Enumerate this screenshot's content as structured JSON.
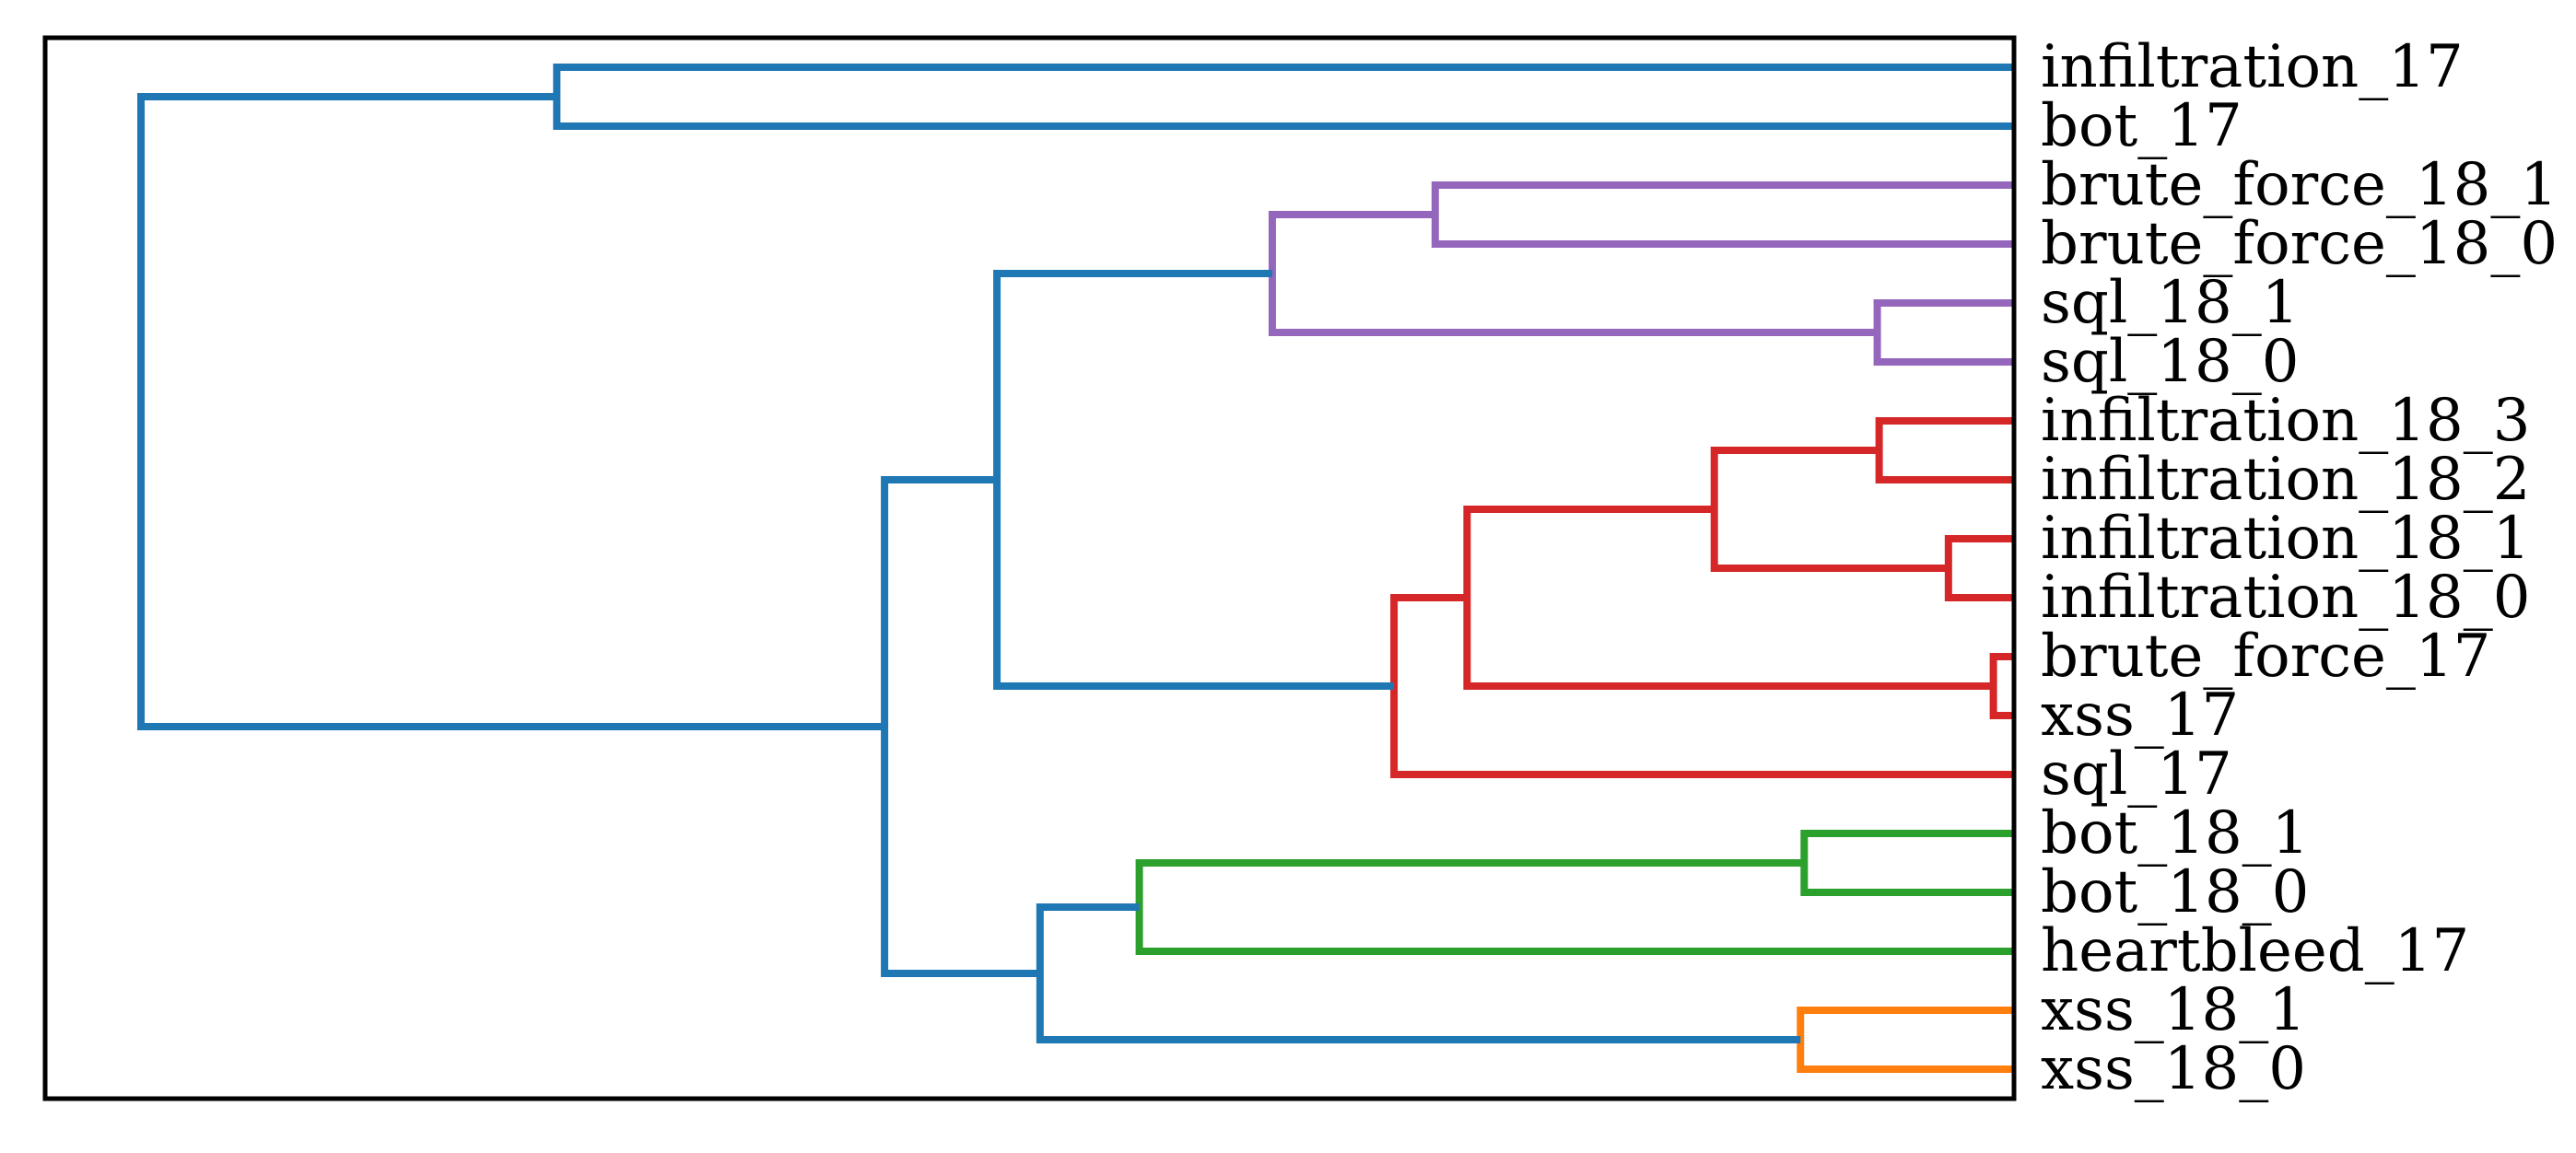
{
  "figure": {
    "background": "#ffffff",
    "border_color": "#000000",
    "label_color": "#000000"
  },
  "chart_data": {
    "type": "dendrogram",
    "orientation": "right",
    "title": "",
    "xlabel": "",
    "ylabel": "",
    "layout": {
      "frame": "box",
      "grid": false,
      "legend": false,
      "axis_ticks_visible": false,
      "labels_side": "right"
    },
    "colors": {
      "blue": "#1f77b4",
      "purple": "#9467bd",
      "red": "#d62728",
      "green": "#2ca02c",
      "orange": "#ff7f0e"
    },
    "leaves": [
      {
        "label": "infiltration_17",
        "cluster_color": "blue"
      },
      {
        "label": "bot_17",
        "cluster_color": "blue"
      },
      {
        "label": "brute_force_18_1",
        "cluster_color": "purple"
      },
      {
        "label": "brute_force_18_0",
        "cluster_color": "purple"
      },
      {
        "label": "sql_18_1",
        "cluster_color": "purple"
      },
      {
        "label": "sql_18_0",
        "cluster_color": "purple"
      },
      {
        "label": "infiltration_18_3",
        "cluster_color": "red"
      },
      {
        "label": "infiltration_18_2",
        "cluster_color": "red"
      },
      {
        "label": "infiltration_18_1",
        "cluster_color": "red"
      },
      {
        "label": "infiltration_18_0",
        "cluster_color": "red"
      },
      {
        "label": "brute_force_17",
        "cluster_color": "red"
      },
      {
        "label": "xss_17",
        "cluster_color": "red"
      },
      {
        "label": "sql_17",
        "cluster_color": "red"
      },
      {
        "label": "bot_18_1",
        "cluster_color": "green"
      },
      {
        "label": "bot_18_0",
        "cluster_color": "green"
      },
      {
        "label": "heartbleed_17",
        "cluster_color": "green"
      },
      {
        "label": "xss_18_1",
        "cluster_color": "orange"
      },
      {
        "label": "xss_18_0",
        "cluster_color": "orange"
      }
    ],
    "merges": [
      {
        "id": "M0",
        "children": [
          "L0",
          "L1"
        ],
        "height": 0.778,
        "color": "blue"
      },
      {
        "id": "M1",
        "children": [
          "L2",
          "L3"
        ],
        "height": 0.309,
        "color": "purple"
      },
      {
        "id": "M2",
        "children": [
          "L4",
          "L5"
        ],
        "height": 0.073,
        "color": "purple"
      },
      {
        "id": "M3",
        "children": [
          "M1",
          "M2"
        ],
        "height": 0.396,
        "color": "purple"
      },
      {
        "id": "M4",
        "children": [
          "L6",
          "L7"
        ],
        "height": 0.072,
        "color": "red"
      },
      {
        "id": "M5",
        "children": [
          "L8",
          "L9"
        ],
        "height": 0.035,
        "color": "red"
      },
      {
        "id": "M6",
        "children": [
          "M4",
          "M5"
        ],
        "height": 0.16,
        "color": "red"
      },
      {
        "id": "M7",
        "children": [
          "L10",
          "L11"
        ],
        "height": 0.011,
        "color": "red"
      },
      {
        "id": "M8",
        "children": [
          "M6",
          "M7"
        ],
        "height": 0.292,
        "color": "red"
      },
      {
        "id": "M9",
        "children": [
          "M8",
          "L12"
        ],
        "height": 0.331,
        "color": "red"
      },
      {
        "id": "M10",
        "children": [
          "M3",
          "M9"
        ],
        "height": 0.543,
        "color": "blue"
      },
      {
        "id": "M11",
        "children": [
          "L13",
          "L14"
        ],
        "height": 0.112,
        "color": "green"
      },
      {
        "id": "M12",
        "children": [
          "M11",
          "L15"
        ],
        "height": 0.467,
        "color": "green"
      },
      {
        "id": "M13",
        "children": [
          "L16",
          "L17"
        ],
        "height": 0.114,
        "color": "orange"
      },
      {
        "id": "M14",
        "children": [
          "M12",
          "M13"
        ],
        "height": 0.52,
        "color": "blue"
      },
      {
        "id": "M15",
        "children": [
          "M10",
          "M14"
        ],
        "height": 0.603,
        "color": "blue"
      },
      {
        "id": "M16",
        "children": [
          "M0",
          "M15"
        ],
        "height": 1.0,
        "color": "blue"
      }
    ]
  }
}
